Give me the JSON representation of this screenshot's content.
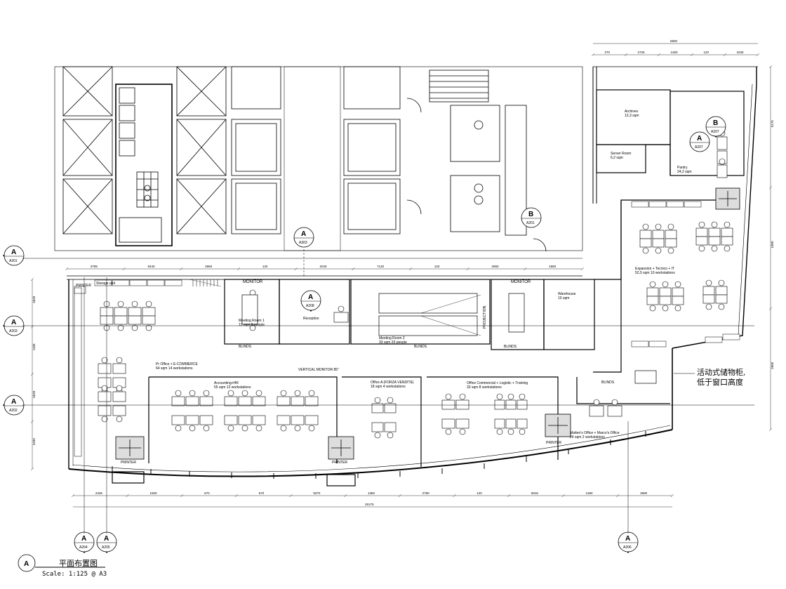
{
  "drawing": {
    "title": "平面布置图",
    "scale": "Scale: 1:125 @ A3",
    "title_tag": "A"
  },
  "rooms": {
    "archives": {
      "name": "Archives",
      "area": "12,3 sqm"
    },
    "server": {
      "name": "Server Room",
      "area": "6,2 sqm"
    },
    "pantry": {
      "name": "Pantry",
      "area": "24,2 sqm"
    },
    "expansion": {
      "name": "Expansion + Tecnico + IT",
      "area": "52,5 sqm 10 workstations"
    },
    "meeting1": {
      "name": "Meeting Room 1",
      "area": "12 sqm 8 people"
    },
    "reception": {
      "name": "Reception"
    },
    "meeting2": {
      "name": "Meeting Room 2",
      "area": "33 sqm 20 people"
    },
    "warehouse": {
      "name": "Warehouse",
      "area": "10 sqm"
    },
    "pr_office": {
      "name": "Pr Office + E-COMMERCE",
      "area": "64 sqm 14 workstations"
    },
    "accounting": {
      "name": "Accounting+HR",
      "area": "55 sqm 12 workstations"
    },
    "office_a": {
      "name": "Office A (FORZA VENDITE)",
      "area": "18 sqm 4 workstations"
    },
    "commercial": {
      "name": "Office Commercial + Logistic + Training",
      "area": "33 sqm 8 workstations"
    },
    "matteo": {
      "name": "Matteo's Office + Marco's Office",
      "area": "24 sqm 2 workstations"
    }
  },
  "labels": {
    "monitor": "MONITOR",
    "blinds": "BLINDS",
    "projection": "PROJECTION",
    "vertical_monitor": "VERTICAL MONITOR 85\"",
    "printer": "PRINTER",
    "storage": "Storage unit"
  },
  "note": {
    "line1": "活动式储物柜,",
    "line2": "低于窗口高度"
  },
  "section_markers": [
    {
      "letter": "A",
      "ref": "A201"
    },
    {
      "letter": "A",
      "ref": "A203"
    },
    {
      "letter": "A",
      "ref": "A202"
    },
    {
      "letter": "A",
      "ref": "A303"
    },
    {
      "letter": "B",
      "ref": "A201"
    },
    {
      "letter": "A",
      "ref": "A208"
    },
    {
      "letter": "B",
      "ref": "A207"
    },
    {
      "letter": "A",
      "ref": "A207"
    },
    {
      "letter": "A",
      "ref": "A204"
    },
    {
      "letter": "A",
      "ref": "A205"
    },
    {
      "letter": "A",
      "ref": "A206"
    }
  ],
  "dimensions": {
    "top": [
      "5900",
      "270",
      "2725",
      "1450",
      "120",
      "4235"
    ],
    "corridor": [
      "3785",
      "9440",
      "2960",
      "120",
      "2040",
      "7140",
      "120",
      "2960",
      "1850"
    ],
    "bottom": [
      "2345",
      "1500",
      "670",
      "670",
      "9370",
      "1360",
      "2780",
      "120",
      "6815",
      "1360",
      "3580"
    ],
    "bottom_total": "29175",
    "left": [
      "4620",
      "1180",
      "5620",
      "2490"
    ],
    "right": [
      "5175",
      "1800",
      "2600"
    ]
  }
}
